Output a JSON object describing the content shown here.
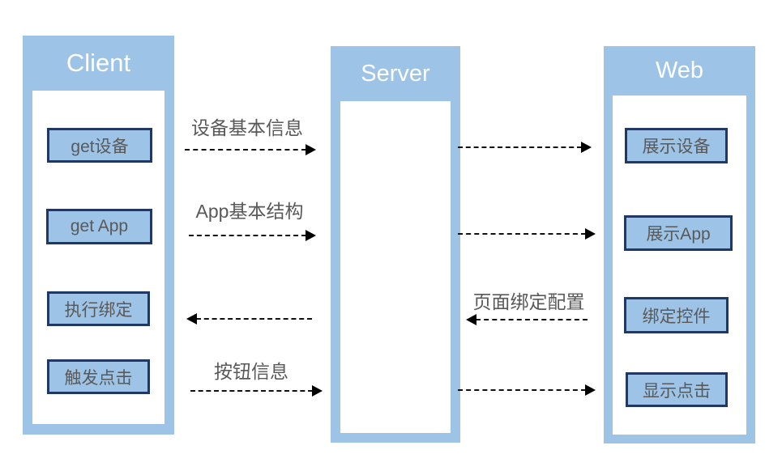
{
  "columns": {
    "client": {
      "title": "Client",
      "boxes": [
        "get设备",
        "get App",
        "执行绑定",
        "触发点击"
      ]
    },
    "server": {
      "title": "Server",
      "boxes": []
    },
    "web": {
      "title": "Web",
      "boxes": [
        "展示设备",
        "展示App",
        "绑定控件",
        "显示点击"
      ]
    }
  },
  "messages": {
    "client_server": [
      {
        "label": "设备基本信息",
        "direction": "right"
      },
      {
        "label": "App基本结构",
        "direction": "right"
      },
      {
        "label": "",
        "direction": "left"
      },
      {
        "label": "按钮信息",
        "direction": "right"
      }
    ],
    "server_web": [
      {
        "label": "",
        "direction": "right"
      },
      {
        "label": "",
        "direction": "right"
      },
      {
        "label": "页面绑定配置",
        "direction": "left"
      },
      {
        "label": "",
        "direction": "right"
      }
    ]
  },
  "colors": {
    "panel_blue": "#9DC3E6",
    "node_border_navy": "#1F3864",
    "text_gray": "#595959",
    "header_text": "#FFFFFF",
    "arrow_black": "#000000"
  }
}
